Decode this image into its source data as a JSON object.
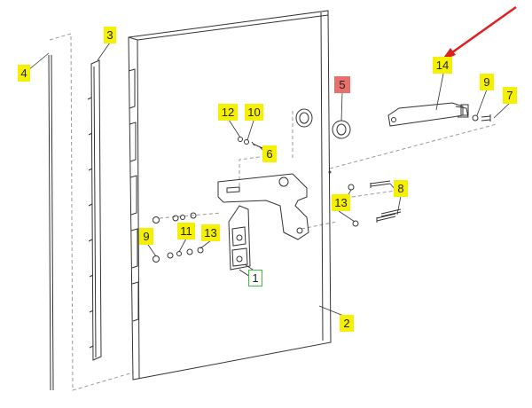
{
  "labels": {
    "l1": "1",
    "l2": "2",
    "l3": "3",
    "l4": "4",
    "l5": "5",
    "l6": "6",
    "l7": "7",
    "l8": "8",
    "l9a": "9",
    "l9b": "9",
    "l10": "10",
    "l11": "11",
    "l12": "12",
    "l13a": "13",
    "l13b": "13",
    "l14": "14"
  },
  "colors": {
    "callout": "#f5f000",
    "highlight": "#e8706c",
    "box": "#3cc23c",
    "arrow": "#e02020",
    "line": "#333333"
  }
}
